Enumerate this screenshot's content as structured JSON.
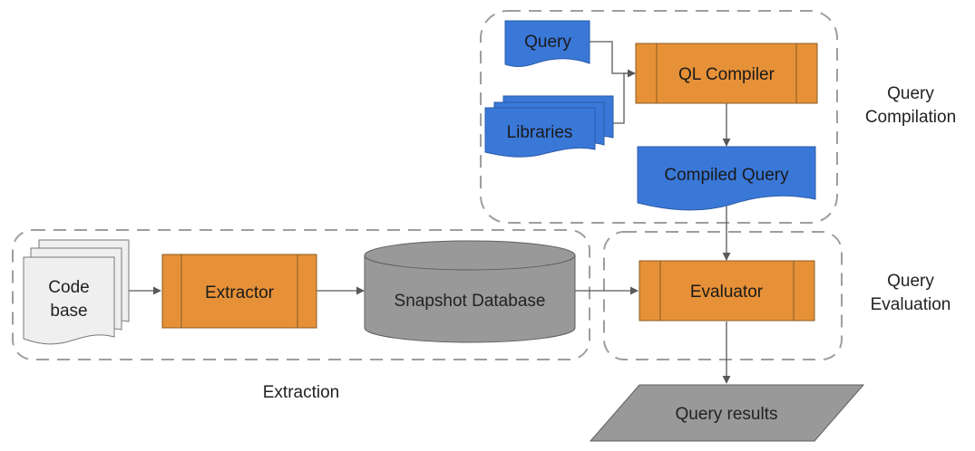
{
  "groups": {
    "compilation_line1": "Query",
    "compilation_line2": "Compilation",
    "evaluation_line1": "Query",
    "evaluation_line2": "Evaluation",
    "extraction": "Extraction"
  },
  "nodes": {
    "query": "Query",
    "libraries": "Libraries",
    "ql_compiler": "QL Compiler",
    "compiled_query": "Compiled Query",
    "code_base_line1": "Code",
    "code_base_line2": "base",
    "extractor": "Extractor",
    "snapshot_db": "Snapshot Database",
    "evaluator": "Evaluator",
    "query_results": "Query results"
  },
  "colors": {
    "blue": "#3a78d8",
    "orange": "#e69138",
    "gray": "#999999",
    "light_gray": "#efefef",
    "stroke": "#595959",
    "dashed": "#999999"
  }
}
